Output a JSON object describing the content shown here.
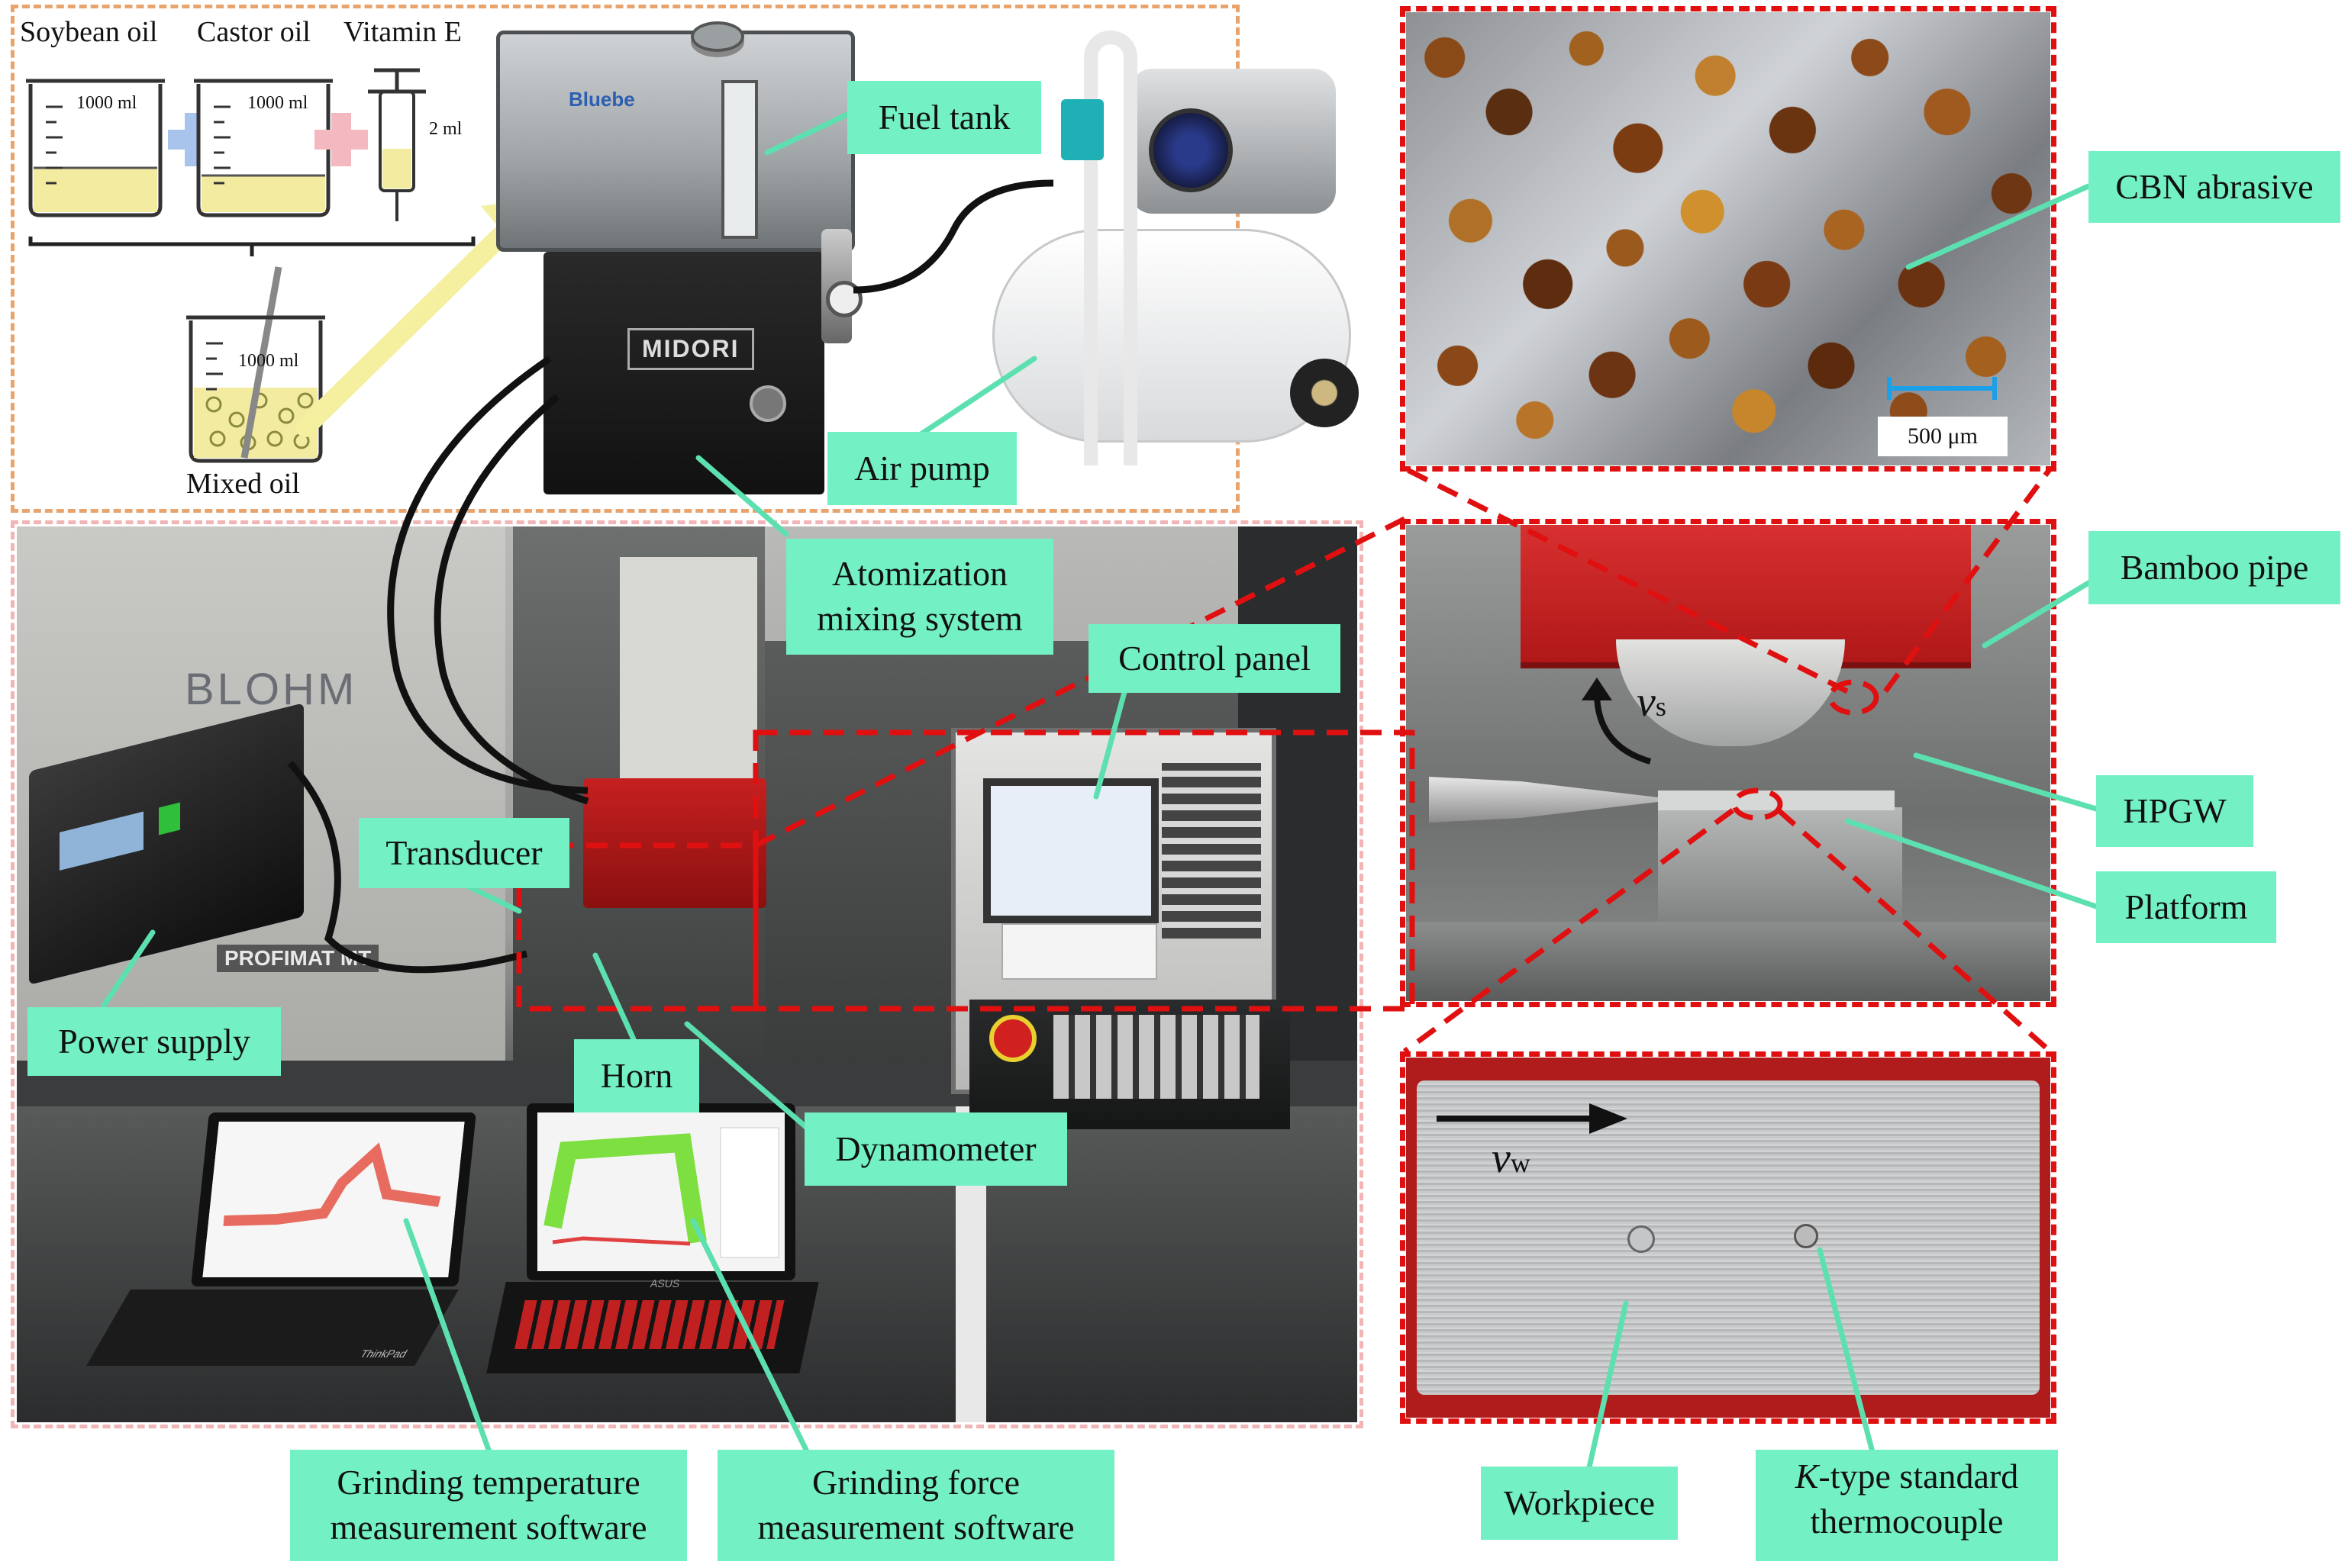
{
  "labels": {
    "soybean": "Soybean oil",
    "castor": "Castor oil",
    "vitamin": "Vitamin E",
    "beaker1_vol": "1000 ml",
    "beaker2_vol": "1000 ml",
    "syringe_vol": "2 ml",
    "beaker3_vol": "1000 ml",
    "mixed_oil": "Mixed oil",
    "fuel_tank": "Fuel tank",
    "air_pump": "Air pump",
    "atomization": "Atomization mixing system",
    "control_panel": "Control panel",
    "transducer": "Transducer",
    "power_supply": "Power supply",
    "horn": "Horn",
    "dynamometer": "Dynamometer",
    "grinding_temp": "Grinding temperature measurement software",
    "grinding_force": "Grinding force measurement software",
    "cbn": "CBN abrasive",
    "scale": "500 μm",
    "bamboo": "Bamboo pipe",
    "hpgw": "HPGW",
    "platform": "Platform",
    "workpiece": "Workpiece",
    "thermocouple_k": "K",
    "thermocouple_rest": "-type standard thermocouple",
    "vs_sym": "v",
    "vs_sub": "s",
    "vw_sym": "v",
    "vw_sub": "w"
  },
  "equipment_text": {
    "tank_brand": "Bluebe",
    "midori": "MIDORI",
    "blohm": "BLOHM",
    "profimat": "PROFIMAT MT",
    "asus": "ASUS",
    "thinkpad": "ThinkPad"
  },
  "colors": {
    "label_bg": "#73f0c4",
    "dash_red": "#e01010",
    "dash_orange": "#e8a46c",
    "dash_pink": "#f2b4b4",
    "leader": "#5de0b0",
    "arrow_yellow": "#f4f0a0"
  }
}
